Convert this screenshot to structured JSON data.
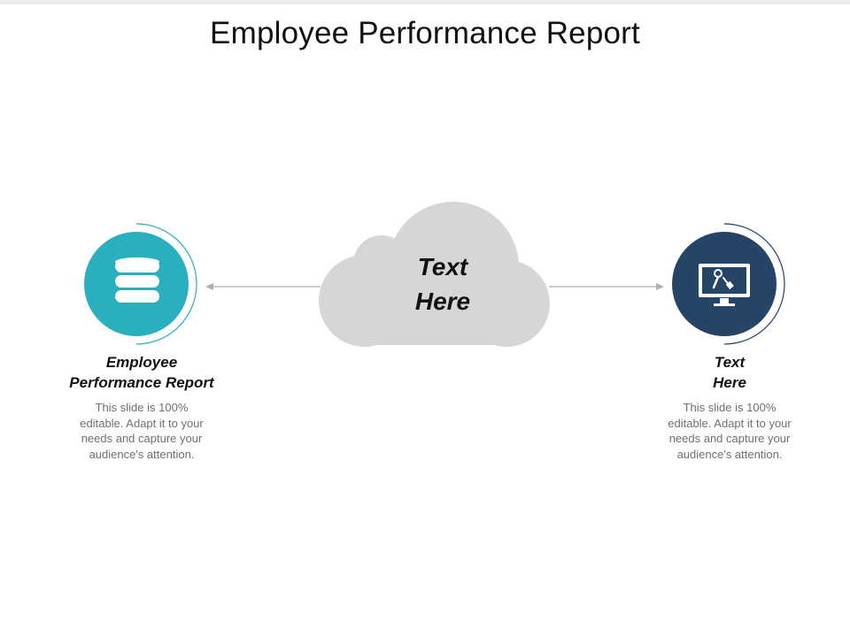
{
  "title": "Employee Performance Report",
  "colors": {
    "teal": "#2aafbf",
    "navy": "#264466",
    "cloud": "#d6d6d6",
    "connector": "#b0b0b0"
  },
  "cloud": {
    "label_line1": "Text",
    "label_line2": "Here"
  },
  "left_node": {
    "icon": "database-icon",
    "heading_line1": "Employee",
    "heading_line2": "Performance Report",
    "body_lines": [
      "This slide is 100%",
      "editable. Adapt it to your",
      "needs and capture your",
      "audience's attention."
    ]
  },
  "right_node": {
    "icon": "monitor-tools-icon",
    "heading_line1": "Text",
    "heading_line2": "Here",
    "body_lines": [
      "This slide is 100%",
      "editable. Adapt it to your",
      "needs and capture your",
      "audience's attention."
    ]
  }
}
